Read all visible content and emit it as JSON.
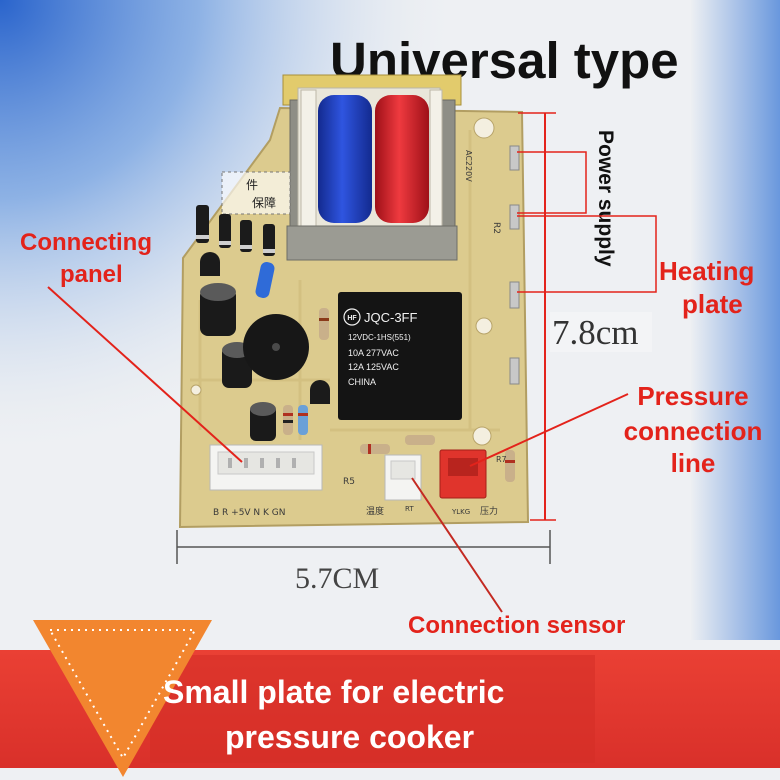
{
  "title": "Universal type",
  "callouts": {
    "connecting_panel": [
      "Connecting",
      "panel"
    ],
    "power_supply": "Power supply",
    "heating_plate": [
      "Heating",
      "plate"
    ],
    "pressure_connection_line": [
      "Pressure",
      "connection",
      "line"
    ],
    "connection_sensor": "Connection sensor"
  },
  "dimensions": {
    "height": "7.8cm",
    "width": "5.7CM"
  },
  "banner": {
    "lines": [
      "Small plate for electric",
      "pressure cooker"
    ]
  },
  "watermark": {
    "char": "件",
    "text": "保障"
  },
  "board": {
    "relay": {
      "logo": "HF",
      "model": "JQC-3FF",
      "coil": "12VDC-1HS(551)",
      "rating1": "10A 277VAC",
      "rating2": "12A 125VAC",
      "origin": "CHINA"
    },
    "silkscreen": {
      "pins": "B R +5V N K GN",
      "r5": "R5",
      "temp": "温度",
      "rt": "RT",
      "ylkg": "YLKG",
      "pressure": "压力",
      "r2": "R2",
      "ac": "AC220V",
      "r7": "R7"
    }
  },
  "colors": {
    "callout_red": "#e3231b",
    "banner_red": "#e63a2e",
    "triangle_orange": "#f2862f",
    "board": "#dccb8e",
    "blue_coil": "#1f3fbf",
    "red_coil": "#d41f2a"
  }
}
